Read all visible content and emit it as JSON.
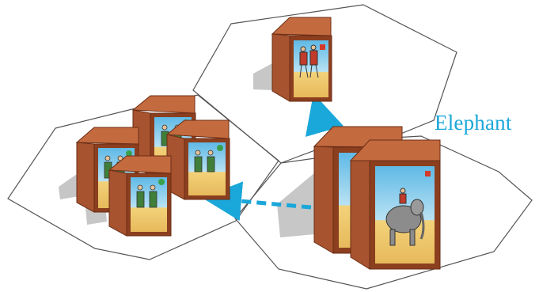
{
  "callout": {
    "text": "Elephant"
  },
  "colors": {
    "accent": "#1aa7d9",
    "block_side": "#a7532f",
    "block_top": "#c46a3f",
    "block_dark": "#7a3419",
    "hex_stroke": "#555555",
    "shadow": "#b9b9b9",
    "sky": "#7cc6e8",
    "sand": "#f3d27a"
  },
  "units": [
    {
      "kind": "archers",
      "region": "left"
    },
    {
      "kind": "archers",
      "region": "left"
    },
    {
      "kind": "archers",
      "region": "left"
    },
    {
      "kind": "archers",
      "region": "left"
    },
    {
      "kind": "warriors",
      "region": "top"
    },
    {
      "kind": "elephant",
      "region": "right"
    },
    {
      "kind": "elephant",
      "region": "right"
    }
  ],
  "moves": [
    {
      "from": "right",
      "to": "left",
      "style": "dashed-arrow"
    },
    {
      "from": "right",
      "to": "top",
      "style": "dashed-arrow"
    }
  ]
}
